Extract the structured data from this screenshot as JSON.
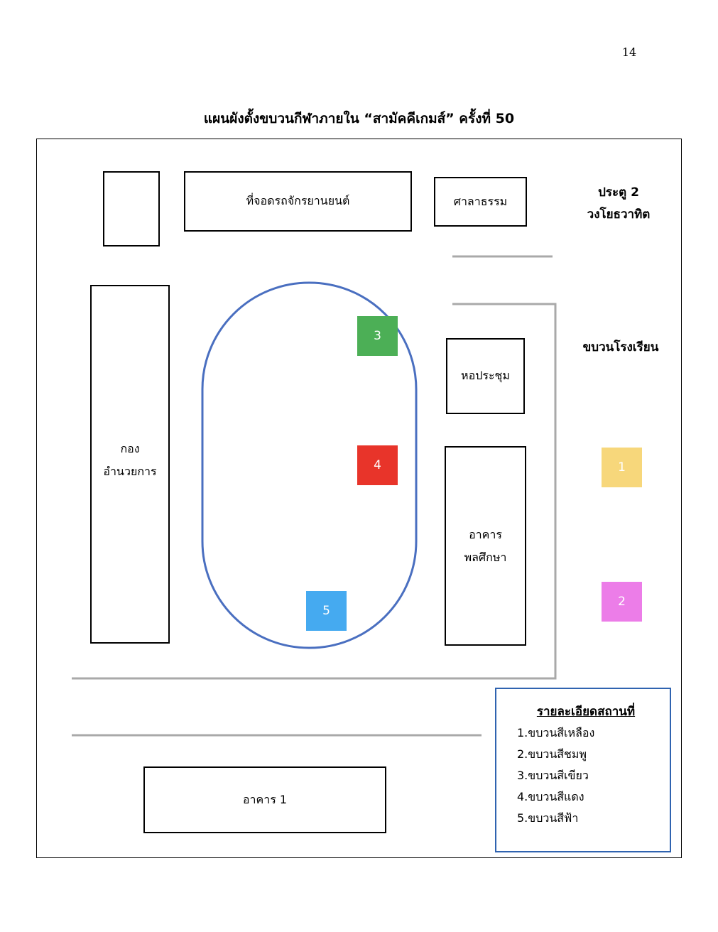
{
  "page_number": "14",
  "title": "แผนผังตั้งขบวนกีฬาภายใน “สามัคคีเกมส์” ครั้งที่ 50",
  "buildings": {
    "parking": "ที่จอดรถจักรยานยนต์",
    "pavilion": "ศาลาธรรม",
    "committee": [
      "กอง",
      "อำนวยการ"
    ],
    "hall": "หอประชุม",
    "gym": [
      "อาคาร",
      "พลศึกษา"
    ],
    "building1": "อาคาร 1"
  },
  "gate": [
    "ประตู 2",
    "วงโยธวาทิต"
  ],
  "school_parade": "ขบวนโรงเรียน",
  "markers": [
    {
      "label": "1",
      "color": "#f7d77b"
    },
    {
      "label": "2",
      "color": "#ec7de8"
    },
    {
      "label": "3",
      "color": "#4caf56"
    },
    {
      "label": "4",
      "color": "#e8342a"
    },
    {
      "label": "5",
      "color": "#45aaf0"
    }
  ],
  "legend": {
    "title": "รายละเอียดสถานที่",
    "items": [
      "1.ขบวนสีเหลือง",
      "2.ขบวนสีชมพู",
      "3.ขบวนสีเขียว",
      "4.ขบวนสีแดง",
      "5.ขบวนสีฟ้า"
    ]
  }
}
